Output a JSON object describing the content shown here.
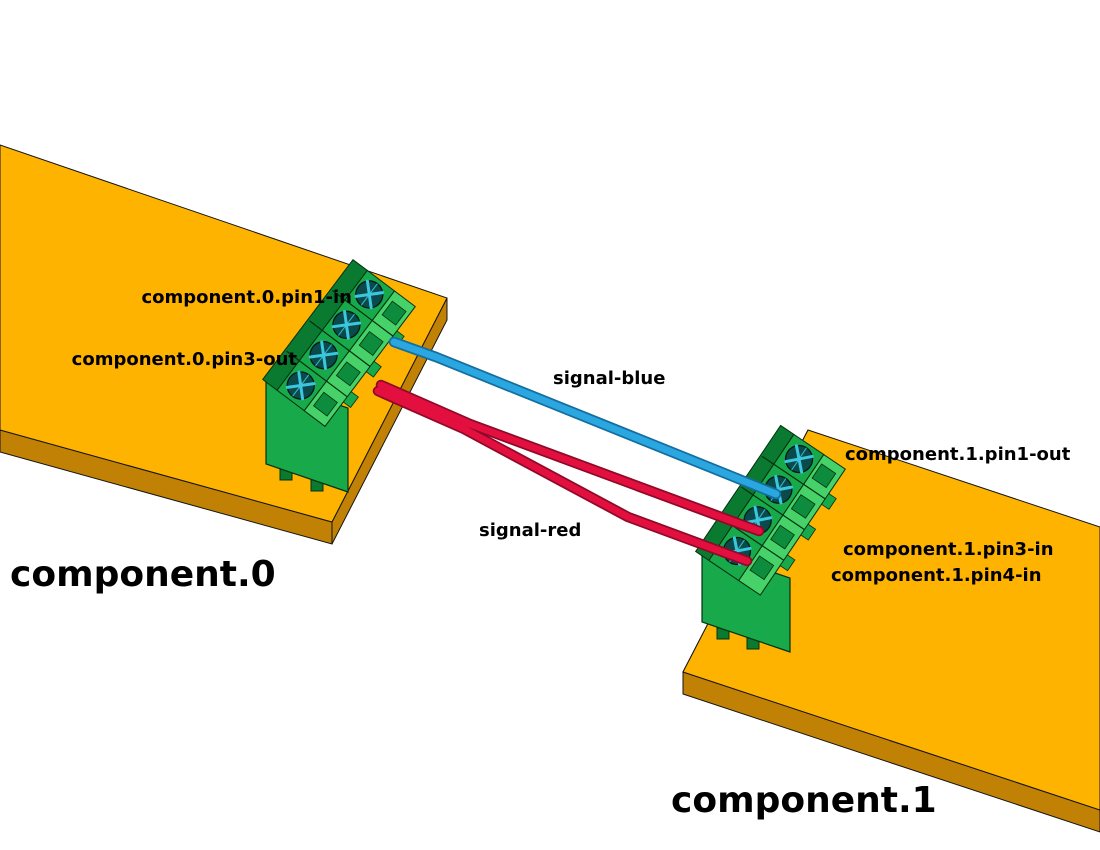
{
  "scene": {
    "background": "#ffffff",
    "board_top_color": "#FFB301",
    "board_side_color": "#C18104",
    "connector_top_color": "#18A94A",
    "connector_front_color": "#46D169",
    "connector_dark_color": "#0A7A30",
    "connector_hole_color": "#0C8C3C",
    "screw_color": "#0A4A4A",
    "screw_slot_color": "#3BC8DF",
    "wire_blue_color": "#2AA7E1",
    "wire_blue_edge_color": "#156E9E",
    "wire_red_color": "#E30F3F",
    "wire_red_edge_color": "#8F0A28",
    "label_color": "#000000"
  },
  "components": [
    {
      "name": "component.0",
      "pin_labels": [
        "component.0.pin1-in",
        "component.0.pin3-out"
      ]
    },
    {
      "name": "component.1",
      "pin_labels": [
        "component.1.pin1-out",
        "component.1.pin3-in",
        "component.1.pin4-in"
      ]
    }
  ],
  "signals": [
    {
      "name": "signal-blue"
    },
    {
      "name": "signal-red"
    }
  ]
}
